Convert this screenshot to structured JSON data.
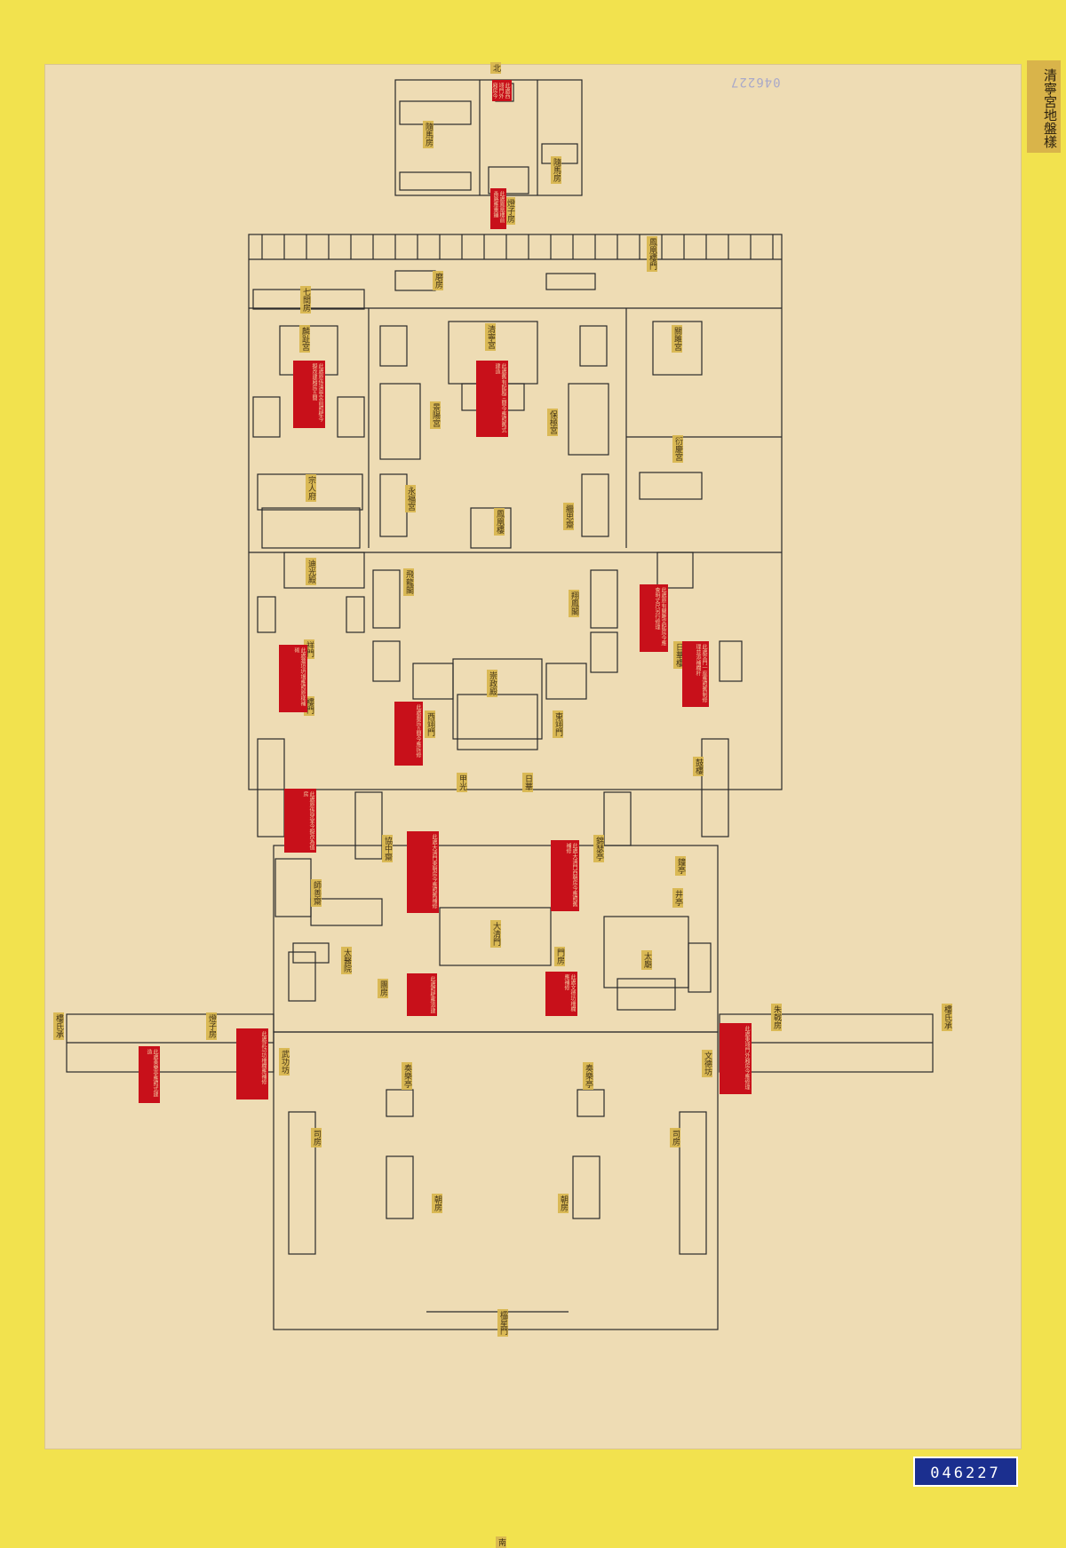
{
  "map": {
    "title": "清寧宮地盤樣",
    "inventory_stamp": "046227",
    "catalog_label": "046227",
    "labels": {
      "north": "北",
      "south": "南",
      "mafang_w": "隨馬房",
      "mafang_e": "隨馬房",
      "dengzifang_n": "燈子房",
      "fengxiandian": "鳳凰樓門",
      "ganfang": "磨房",
      "qijian": "七間房",
      "qingning": "清寧宮",
      "guanju": "關雎宮",
      "lingongdian": "麟趾宮",
      "yanqing": "衍慶宮",
      "yongfu": "永福宮",
      "fenghuang": "鳳凰樓",
      "chongzheng": "崇政殿",
      "feilong": "飛龍閣",
      "xiangfeng": "翔鳳閣",
      "riyi": "日華樓",
      "zhengmen": "大清門",
      "taimiao": "太廟",
      "wenshu": "文德坊",
      "wude": "武功坊",
      "zoule_w": "奏樂亭",
      "zoule_e": "奏樂亭",
      "yaofang_w": "朝房",
      "yaofang_e": "朝房",
      "siban_w": "司房",
      "siban_e": "司房",
      "fujiamen": "東翊門",
      "xijiamen": "西翊門",
      "jiagou": "甲光",
      "rihua": "日華",
      "zongkan": "宗人府",
      "jinge": "景陽宮",
      "dihua": "迪光殿",
      "jiushi": "鼓樓",
      "xiang": "祥門",
      "lou": "樓門",
      "zhong": "鐘亭",
      "jinchuan": "錦瑟亭",
      "zhenxian": "保極宮",
      "caiyin": "繼思齋",
      "kedang": "師善齋",
      "yu": "協中齋",
      "shang": "太醫院",
      "mark": "井亭",
      "shu_w": "燈子房",
      "shu_e": "朱戟房",
      "gongshu_w": "樓氏承",
      "gongshu_e": "樓氏承",
      "tuanzhan": "團房",
      "menfang": "門房",
      "ting": "櫺星門"
    },
    "notes": [
      "此處原係清寧宮前照壁今擬改建廂房五間",
      "此處舊有配殿三間今應照舊式建造",
      "此處原有關雎宮配房今應查明丈尺另行修理",
      "此處宮門一座應照舊制修理並添補欄杆",
      "此處牆垣坍塌應照原樣補砌",
      "此處廊房五間今應拆修",
      "此處原係穿堂今擬改為值房",
      "此處大清門東朝房今應照舊補修",
      "此處大清門西朝房今應照舊補修",
      "此處照壁應添建",
      "此處文德坊柵欄應補修",
      "此處武功坊柵欄應補修",
      "此處奏樂亭應照式建造",
      "此處東翊門外廂房今應修理",
      "此處西翊門外廂房今應修理",
      "此處鳳凰樓前甬路應重鋪"
    ]
  }
}
